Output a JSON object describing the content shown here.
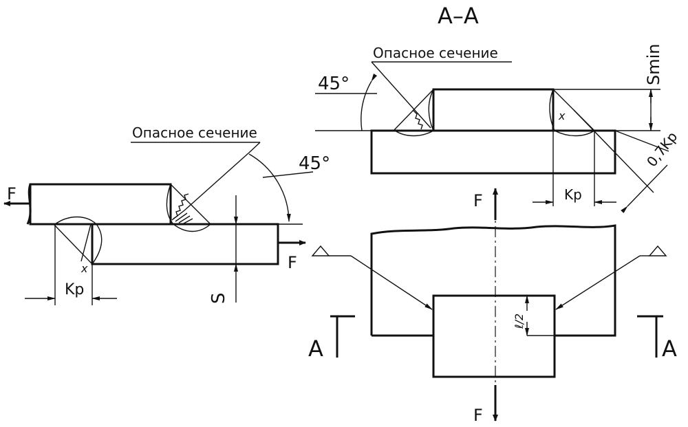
{
  "section_title": "A–A",
  "danger_label_top": "Опасное сечение",
  "danger_label_left": "Опасное сечение",
  "angle_top": "45°",
  "angle_left": "45°",
  "s_min_label": "Smin",
  "leg_07_label": "0,7Kр",
  "kp_label_top": "Kр",
  "kp_label_left": "Kр",
  "x_label_top": "x",
  "x_label_left": "x",
  "s_label": "S",
  "force_left_a": "F",
  "force_left_b": "F",
  "force_top": "F",
  "force_bottom": "F",
  "section_mark_left": "A",
  "section_mark_right": "A",
  "half_l_label": "ℓ/2"
}
